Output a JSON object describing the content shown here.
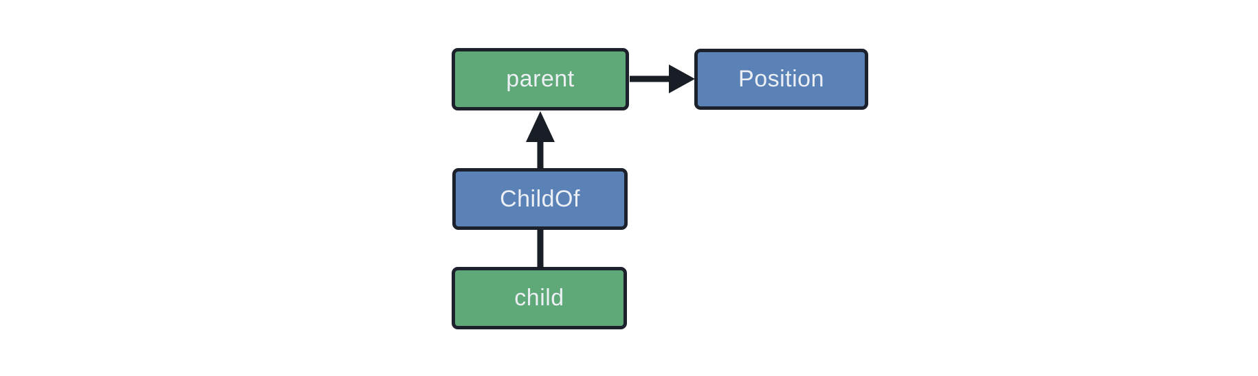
{
  "diagram": {
    "background": "#ffffff",
    "colors": {
      "background": "#ffffff",
      "entity_fill": "#5fa878",
      "component_fill": "#5b82b6",
      "border": "#1c212b",
      "arrow": "#191d26",
      "text": "#eceff4"
    },
    "nodes": [
      {
        "id": "parent",
        "label": "parent",
        "type": "entity"
      },
      {
        "id": "Position",
        "label": "Position",
        "type": "component"
      },
      {
        "id": "ChildOf",
        "label": "ChildOf",
        "type": "component"
      },
      {
        "id": "child",
        "label": "child",
        "type": "entity"
      }
    ],
    "edges": [
      {
        "from": "parent",
        "to": "Position",
        "style": "arrow",
        "direction": "right"
      },
      {
        "from": "ChildOf",
        "to": "parent",
        "style": "arrow",
        "direction": "up"
      },
      {
        "from": "child",
        "to": "ChildOf",
        "style": "line",
        "direction": "up"
      }
    ]
  }
}
